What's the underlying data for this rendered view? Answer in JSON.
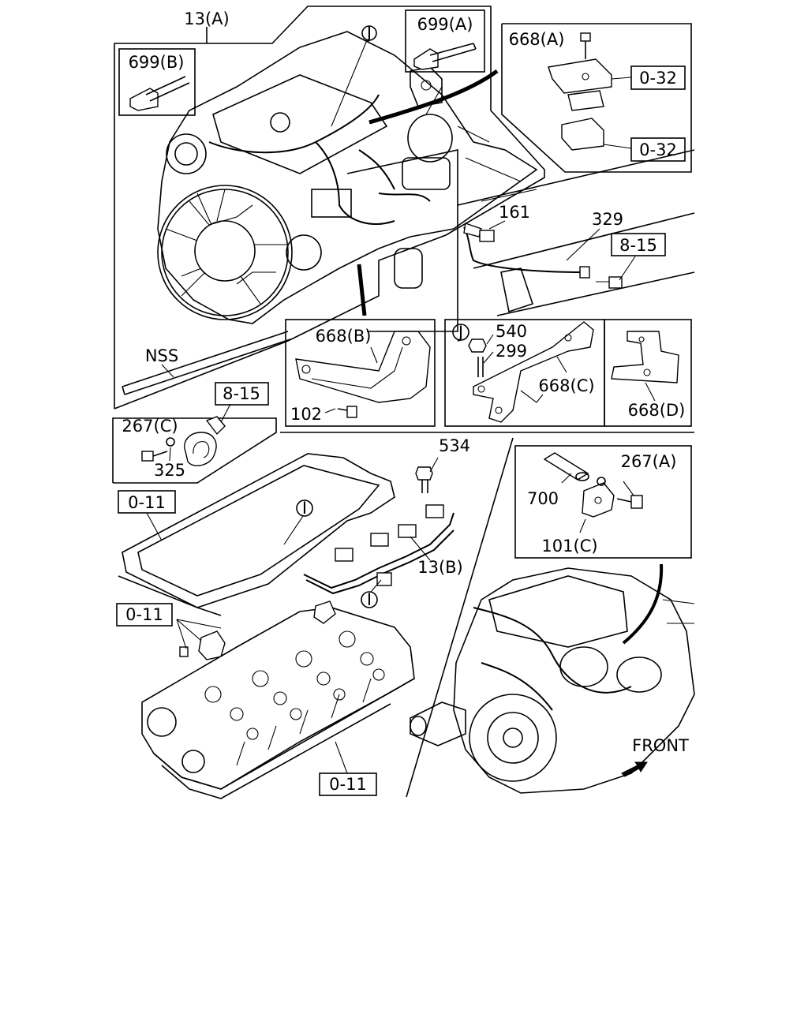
{
  "callouts": {
    "c13a": "13(A)",
    "c699b": "699(B)",
    "c699a": "699(A)",
    "c668a": "668(A)",
    "c032a": "0-32",
    "c032b": "0-32",
    "c161": "161",
    "c329": "329",
    "c815a": "8-15",
    "nss": "NSS",
    "c668b": "668(B)",
    "c102": "102",
    "c540": "540",
    "c299": "299",
    "c668c": "668(C)",
    "c668d": "668(D)",
    "c267c": "267(C)",
    "c815b": "8-15",
    "c325": "325",
    "c534": "534",
    "c267a": "267(A)",
    "c700": "700",
    "c101c": "101(C)",
    "c011a": "0-11",
    "c011b": "0-11",
    "c011c": "0-11",
    "c13b": "13(B)",
    "front": "FRONT"
  },
  "markers": {
    "j1": "J",
    "j2": "J",
    "i1": "I",
    "i2": "I"
  }
}
